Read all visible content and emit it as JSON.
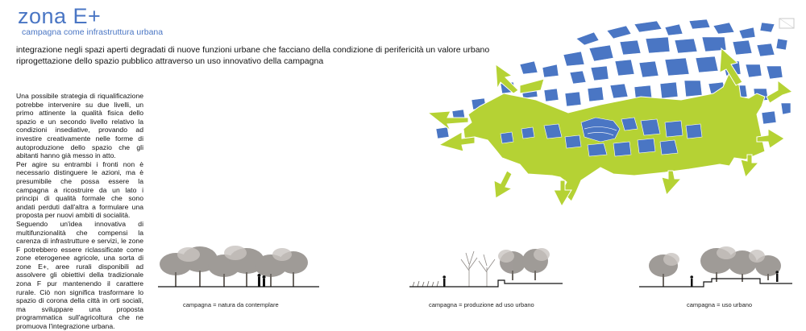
{
  "header": {
    "title": "zona E+",
    "subtitle": "campagna come infrastruttura urbana"
  },
  "intro": {
    "line1": "integrazione negli spazi aperti degradati di nuove funzioni urbane che facciano della condizione di perifericità un valore urbano",
    "line2": "riprogettazione dello spazio pubblico attraverso un uso innovativo della campagna"
  },
  "body": {
    "p1": "Una possibile strategia di riqualificazione potrebbe intervenire su due livelli, un primo attinente la qualità fisica dello spazio e un secondo livello relativo la condizioni insediative, provando ad investire creativamente nelle forme di autoproduzione dello spazio che gli abitanti hanno già messo in atto.",
    "p2": "Per agire su entrambi i fronti non è necessario distinguere le azioni, ma è presumibile che possa essere la campagna a ricostruire da un lato i principi di qualità formale che sono andati perduti dall'altra a formulare una proposta per nuovi ambiti di socialità.",
    "p3": "Seguendo un'idea innovativa di multifunzionalità che compensi la carenza di infrastrutture e servizi, le zone F potrebbero essere riclassificate come zone eterogenee agricole, una sorta di zone E+, aree rurali disponibili ad assolvere gli obiettivi della tradizionale zona F pur mantenendo il carattere rurale. Ciò non significa trasformare lo spazio di corona della città in orti sociali, ma sviluppare una proposta programmatica sull'agricoltura che ne promuova l'integrazione urbana."
  },
  "sections": [
    {
      "caption": "campagna = natura da contemplare"
    },
    {
      "caption": "campagna = produzione ad uso urbano"
    },
    {
      "caption": "campagna = uso urbano"
    }
  ],
  "colors": {
    "accent_blue": "#4a76c4",
    "lime_green": "#b5d234",
    "tree_grey": "#8f8a86"
  }
}
